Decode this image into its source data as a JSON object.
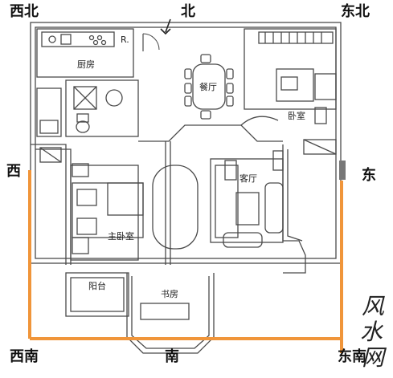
{
  "directions": {
    "northwest": "西北",
    "north": "北",
    "northeast": "东北",
    "west": "西",
    "east": "东",
    "southwest": "西南",
    "south": "南",
    "southeast": "东南"
  },
  "rooms": {
    "kitchen": "厨房",
    "dining": "餐厅",
    "bedroom": "卧室",
    "living": "客厅",
    "master_bedroom": "主卧室",
    "balcony": "阳台",
    "study": "书房"
  },
  "fridge_label": "R.",
  "watermark": [
    "风",
    "水",
    "网"
  ],
  "colors": {
    "walls": "#4a4a4a",
    "boundary": "#f0953a",
    "background": "#ffffff"
  }
}
